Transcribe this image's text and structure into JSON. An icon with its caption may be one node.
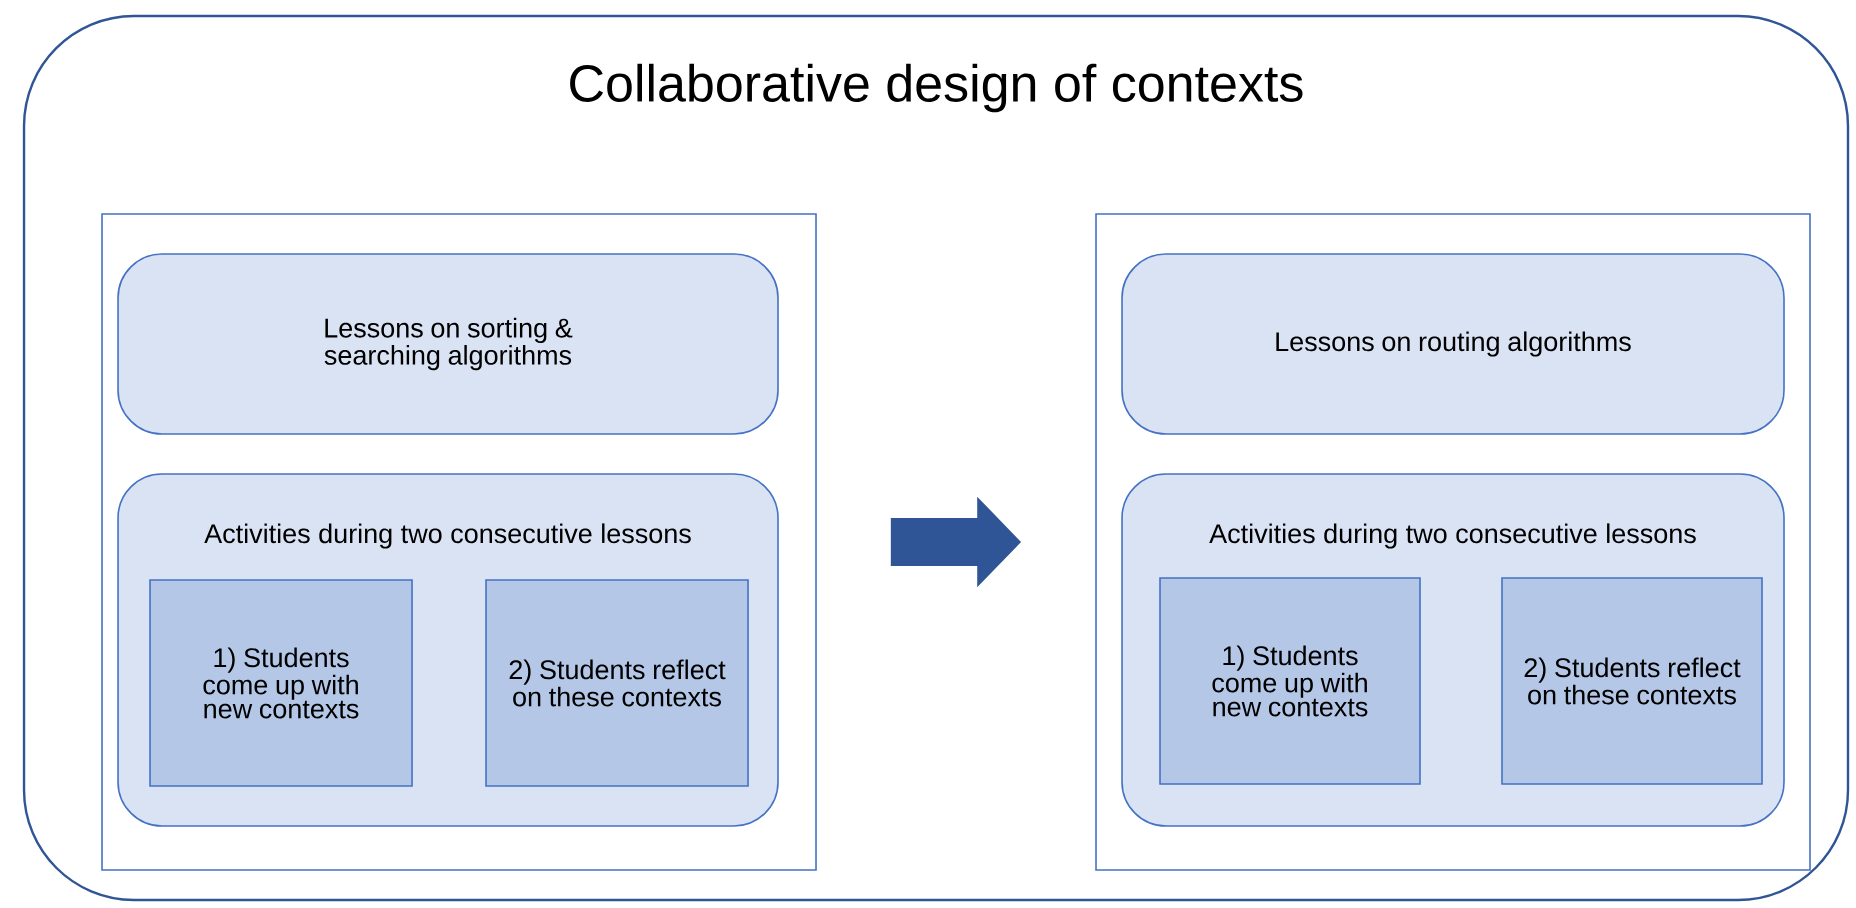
{
  "diagram": {
    "nodes": [
      {
        "text": [
          "Collaborative design of contexts"
        ]
      },
      {
        "text": [],
        "shape": "box",
        "in": 0
      },
      {
        "text": [
          "Lessons on sorting & searching algorithms"
        ],
        "in": 1
      },
      {
        "text": [
          "Activities during two consecutive lessons"
        ],
        "in": 1
      },
      {
        "text": [
          "1) Students come up with new contexts"
        ],
        "in": 3
      },
      {
        "text": [
          "2) Students reflect on these contexts"
        ],
        "in": 3
      },
      {
        "text": [],
        "shape": "box",
        "in": 0
      },
      {
        "text": [
          "Lessons on routing algorithms"
        ],
        "in": 6
      },
      {
        "text": [
          "Activities during two consecutive lessons"
        ],
        "in": 6
      },
      {
        "text": [
          "1) Students come up with new contexts"
        ],
        "in": 8
      },
      {
        "text": [
          "2) Students reflect on these contexts"
        ],
        "in": 8
      }
    ],
    "edges": [
      {
        "from": 1,
        "to": 6,
        "arrow": "to",
        "color": "#2f5597"
      }
    ]
  }
}
